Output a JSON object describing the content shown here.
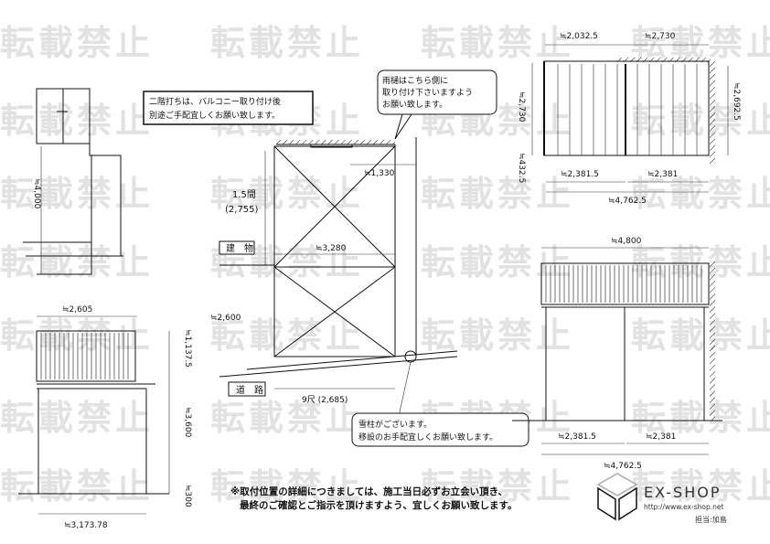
{
  "watermark": "転載禁止",
  "notes": {
    "balcony_line1": "二階打ちは、バルコニー取り付け後",
    "balcony_line2": "別途ご手配宜しくお願い致します。",
    "gutter_line1": "雨樋はこちら側に",
    "gutter_line2": "取り付け下さいますよう",
    "gutter_line3": "お願い致します。",
    "pole_line1": "雪柱がございます。",
    "pole_line2": "移設のお手配宜しくお願い致します。",
    "footer_line1": "※取付位置の詳細につきましては、施工当日必ずお立会い頂き、",
    "footer_line2": "最終のご確認とご指示を頂けますよう、宜しくお願い致します。"
  },
  "labels": {
    "building": "建　物",
    "road": "道　路",
    "span": "1.5間",
    "span_mm": "(2,755)"
  },
  "dims": {
    "h4000": "≒4,000",
    "w2605": "≒2,605",
    "h1137": "≒1,137.5",
    "h3600": "≒3,600",
    "h300": "≒300",
    "w3173": "≒3,173.78",
    "w1330": "≒1,330",
    "w3280": "≒3,280",
    "h2600": "≒2,600",
    "w9shaku": "9尺 (2,685)",
    "top_w2032": "≒2,032.5",
    "top_w2730": "≒2,730",
    "top_h2730": "≒2,730",
    "top_h2692": "≒2,692.5",
    "top_h432": "≒432.5",
    "top_w2381_5": "≒2,381.5",
    "top_w2381": "≒2,381",
    "top_w4762": "≒4,762.5",
    "el_w4800": "≒4,800",
    "el_w2381_5": "≒2,381.5",
    "el_w2381": "≒2,381",
    "el_w4762": "≒4,762.5"
  },
  "logo": {
    "brand": "EX-SHOP",
    "url": "http://www.ex-shop.net",
    "staff": "担当:加島"
  }
}
